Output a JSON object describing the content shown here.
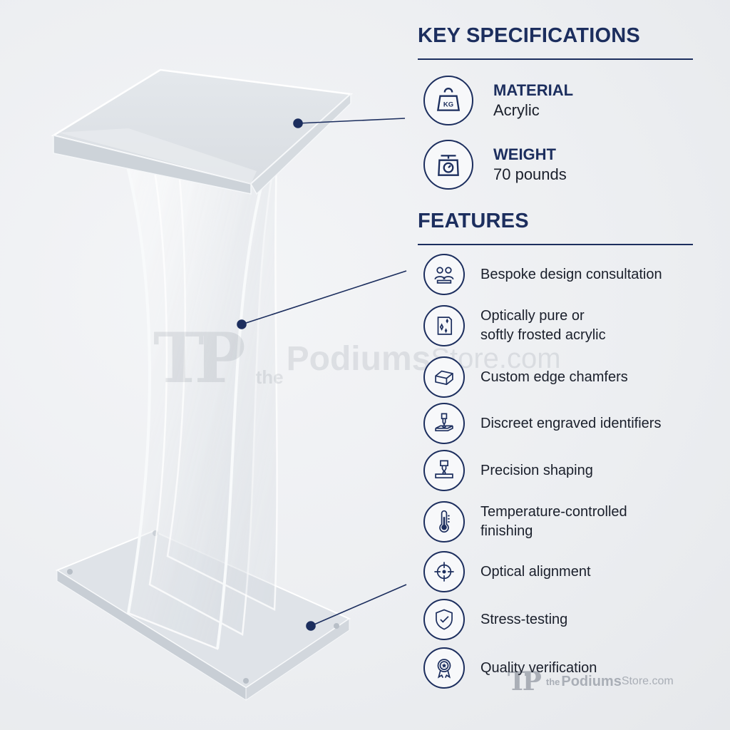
{
  "watermark": {
    "logo": "TP",
    "the": "the",
    "name": "Podiums",
    "suffix": "Store.com"
  },
  "key_specs": {
    "title": "KEY SPECIFICATIONS",
    "items": [
      {
        "label": "MATERIAL",
        "value": "Acrylic",
        "icon": "kg-weight-icon",
        "icon_text": "KG"
      },
      {
        "label": "WEIGHT",
        "value": "70 pounds",
        "icon": "scale-icon"
      }
    ]
  },
  "features": {
    "title": "FEATURES",
    "items": [
      {
        "line1": "Bespoke design consultation",
        "line2": "",
        "icon": "consultation-icon"
      },
      {
        "line1": "Optically pure or",
        "line2": "softly frosted acrylic",
        "icon": "acrylic-sheet-icon"
      },
      {
        "line1": "Custom edge chamfers",
        "line2": "",
        "icon": "chamfer-block-icon"
      },
      {
        "line1": "Discreet engraved identifiers",
        "line2": "",
        "icon": "engraving-icon"
      },
      {
        "line1": "Precision shaping",
        "line2": "",
        "icon": "cnc-shaping-icon"
      },
      {
        "line1": "Temperature-controlled",
        "line2": "finishing",
        "icon": "thermometer-icon"
      },
      {
        "line1": "Optical alignment",
        "line2": "",
        "icon": "crosshair-icon"
      },
      {
        "line1": "Stress-testing",
        "line2": "",
        "icon": "shield-check-icon"
      },
      {
        "line1": "Quality verification",
        "line2": "",
        "icon": "quality-badge-icon"
      }
    ]
  },
  "colors": {
    "accent": "#1c2e5e",
    "background": "#eceef1"
  }
}
